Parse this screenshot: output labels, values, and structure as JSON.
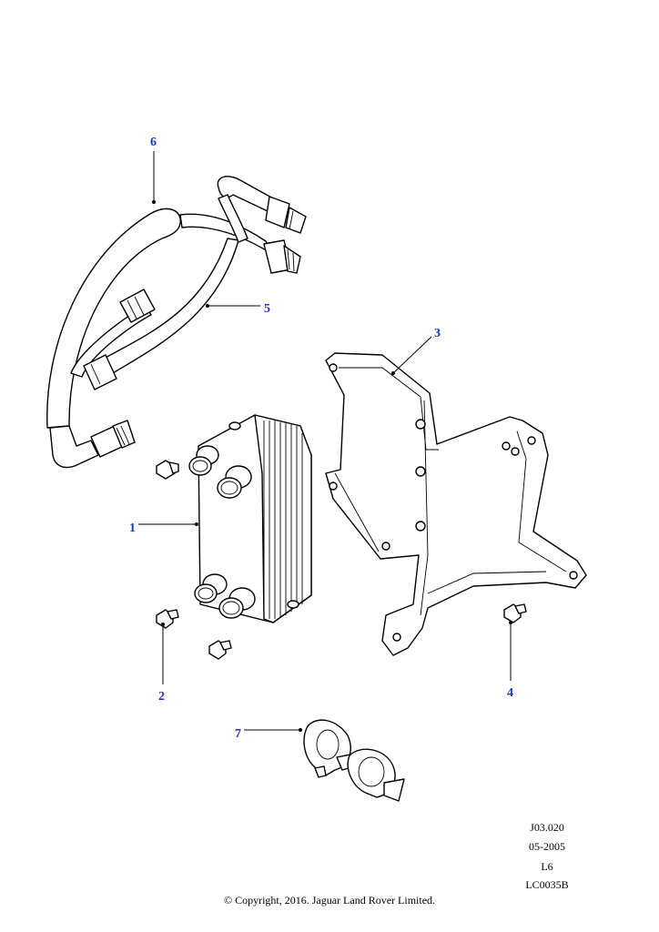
{
  "callouts": {
    "c1": "1",
    "c2": "2",
    "c3": "3",
    "c4": "4",
    "c5": "5",
    "c6": "6",
    "c7": "7"
  },
  "footer": {
    "ref": "J03.020",
    "date": "05-2005",
    "engine": "L6",
    "illustration": "LC0035B",
    "copyright": "© Copyright, 2016. Jaguar Land Rover Limited."
  },
  "colors": {
    "callout": "#1a33c8",
    "line": "#000000",
    "background": "#ffffff"
  }
}
